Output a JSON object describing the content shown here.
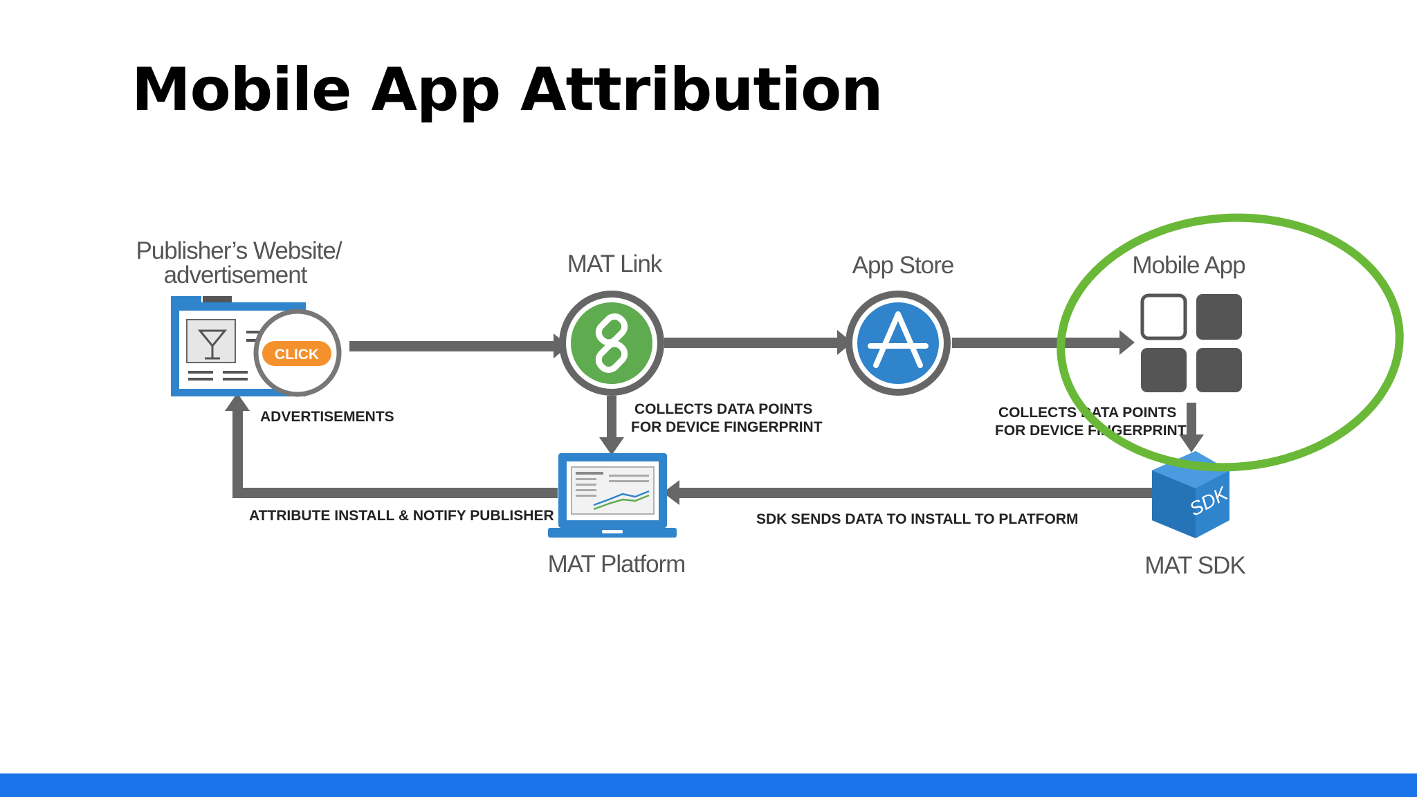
{
  "slide": {
    "title": "Mobile App Attribution"
  },
  "diagram": {
    "nodes": {
      "publisher": {
        "label_line1": "Publisher’s Website/",
        "label_line2": "advertisement",
        "badge": "CLICK"
      },
      "mat_link": {
        "label": "MAT Link"
      },
      "app_store": {
        "label": "App Store"
      },
      "mobile_app": {
        "label": "Mobile App"
      },
      "mat_platform": {
        "label": "MAT Platform"
      },
      "mat_sdk": {
        "label": "MAT SDK",
        "badge": "SDK"
      }
    },
    "flow_labels": {
      "advertisements": "ADVERTISEMENTS",
      "collects_1_line1": "COLLECTS DATA POINTS",
      "collects_1_line2": "FOR DEVICE FINGERPRINT",
      "collects_2_line1": "COLLECTS DATA POINTS",
      "collects_2_line2": "FOR DEVICE FINGERPRINT",
      "attribute": "ATTRIBUTE INSTALL & NOTIFY PUBLISHER",
      "sdk_sends": "SDK SENDS DATA TO INSTALL TO PLATFORM"
    },
    "colors": {
      "arrow": "#666666",
      "link_green": "#5fab4f",
      "store_blue": "#2f84cc",
      "click_orange": "#f5912c",
      "highlight_green": "#6ab838",
      "accent_bar": "#1a73e8"
    }
  }
}
